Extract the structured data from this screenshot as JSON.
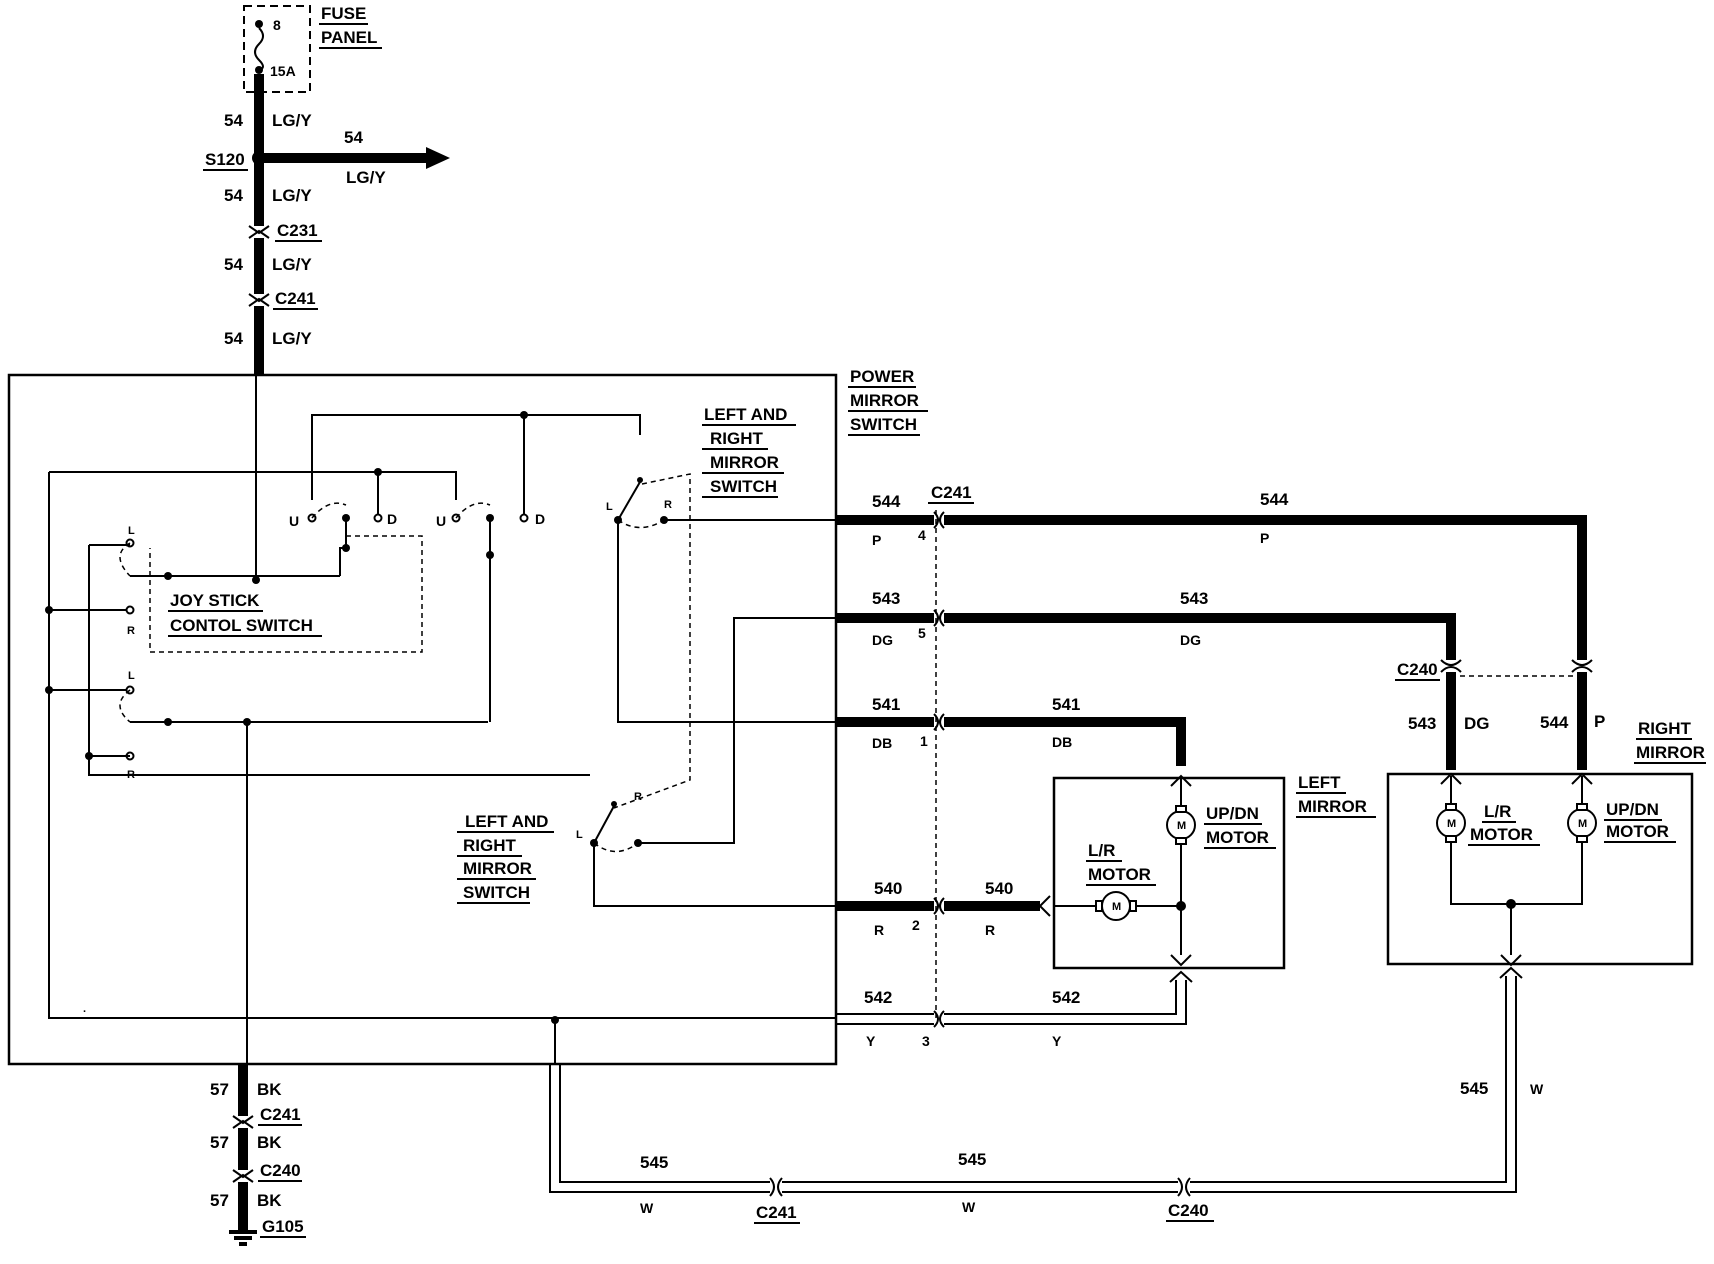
{
  "fuse_panel": {
    "label_line1": "FUSE",
    "label_line2": "PANEL",
    "fuse_number": "8",
    "fuse_rating": "15A"
  },
  "splice": {
    "id": "S120"
  },
  "feed_wires": [
    {
      "circuit": "54",
      "color": "LG/Y"
    },
    {
      "circuit": "54",
      "color": "LG/Y"
    },
    {
      "circuit": "54",
      "color": "LG/Y"
    },
    {
      "circuit": "54",
      "color": "LG/Y"
    }
  ],
  "branch_wire": {
    "circuit": "54",
    "color": "LG/Y"
  },
  "feed_connectors": [
    "C231",
    "C241"
  ],
  "power_mirror_switch": {
    "line1": "POWER",
    "line2": "MIRROR",
    "line3": "SWITCH"
  },
  "joystick": {
    "line1": "JOY STICK",
    "line2": "CONTOL  SWITCH",
    "terminal_up": "U",
    "terminal_down": "D",
    "terminal_left": "L",
    "terminal_right": "R"
  },
  "selector_switch_upper": {
    "line1": "LEFT AND",
    "line2": "RIGHT",
    "line3": "MIRROR",
    "line4": "SWITCH",
    "left": "L",
    "right": "R"
  },
  "selector_switch_lower": {
    "line1": "LEFT AND",
    "line2": "RIGHT",
    "line3": "MIRROR",
    "line4": "SWITCH",
    "left": "L",
    "right": "R"
  },
  "output_connector": "C241",
  "output_wires": [
    {
      "circuit": "544",
      "color": "P",
      "pin": "4"
    },
    {
      "circuit": "543",
      "color": "DG",
      "pin": "5"
    },
    {
      "circuit": "541",
      "color": "DB",
      "pin": "1"
    },
    {
      "circuit": "540",
      "color": "R",
      "pin": "2"
    },
    {
      "circuit": "542",
      "color": "Y",
      "pin": "3"
    }
  ],
  "left_mirror": {
    "line1": "LEFT",
    "line2": "MIRROR",
    "updn_motor_line1": "UP/DN",
    "updn_motor_line2": "MOTOR",
    "lr_motor_line1": "L/R",
    "lr_motor_line2": "MOTOR",
    "motor_symbol": "M"
  },
  "right_mirror": {
    "line1": "RIGHT",
    "line2": "MIRROR",
    "connector": "C240",
    "lr_motor_line1": "L/R",
    "lr_motor_line2": "MOTOR",
    "updn_motor_line1": "UP/DN",
    "updn_motor_line2": "MOTOR",
    "wire_543": {
      "circuit": "543",
      "color": "DG"
    },
    "wire_544": {
      "circuit": "544",
      "color": "P"
    },
    "motor_symbol": "M"
  },
  "return_wire": {
    "circuit": "545",
    "color": "W",
    "connectors": [
      "C241",
      "C240"
    ]
  },
  "ground": {
    "wires": [
      {
        "circuit": "57",
        "color": "BK"
      },
      {
        "circuit": "57",
        "color": "BK"
      },
      {
        "circuit": "57",
        "color": "BK"
      }
    ],
    "connectors": [
      "C241",
      "C240"
    ],
    "ground_point": "G105"
  }
}
